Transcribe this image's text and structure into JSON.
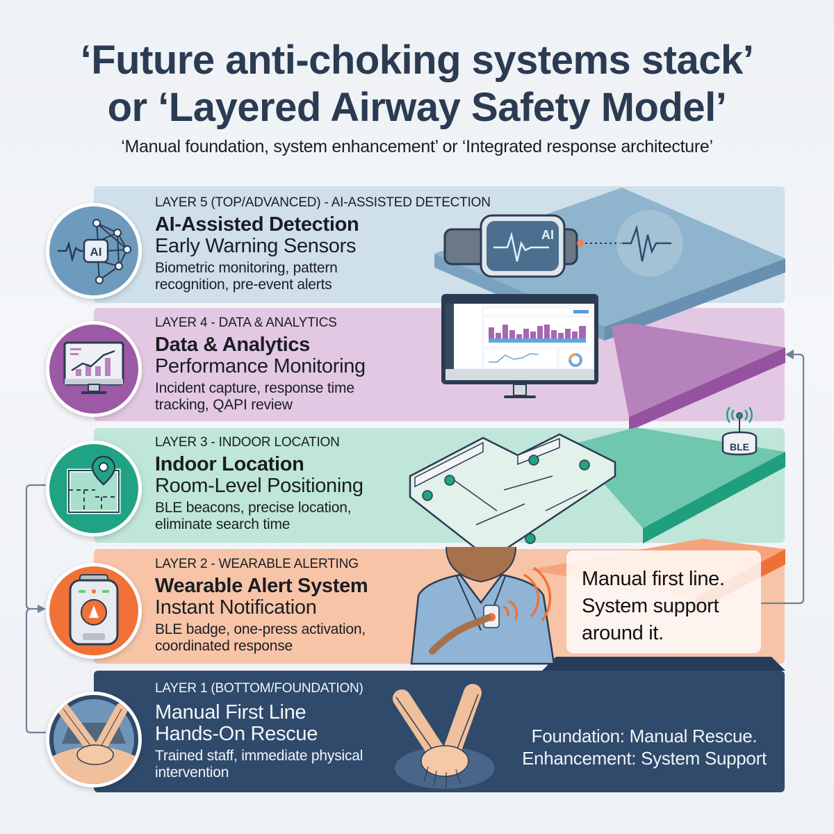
{
  "header": {
    "title_line1": "‘Future anti-choking systems stack’",
    "title_line2": "or ‘Layered Airway Safety Model’",
    "subtitle": "‘Manual foundation, system enhancement’ or ‘Integrated response architecture’"
  },
  "layers": [
    {
      "id": "layer-5",
      "label": "LAYER 5 (TOP/ADVANCED) - AI-ASSISTED DETECTION",
      "title": "AI-Assisted Detection",
      "subtitle": "Early Warning Sensors",
      "description_line1": "Biometric monitoring, pattern",
      "description_line2": "recognition, pre-event alerts",
      "icon": "ai-network-icon",
      "illustration": "smartwatch-ai-heartbeat",
      "illustration_text": "AI",
      "color": "#6c9bbd"
    },
    {
      "id": "layer-4",
      "label": "LAYER 4 - DATA & ANALYTICS",
      "title": "Data & Analytics",
      "subtitle": "Performance Monitoring",
      "description_line1": "Incident capture, response time",
      "description_line2": "tracking, QAPI review",
      "icon": "monitor-chart-icon",
      "illustration": "analytics-dashboard-monitor",
      "color": "#9b59a6"
    },
    {
      "id": "layer-3",
      "label": "LAYER 3 - INDOOR LOCATION",
      "title": "Indoor Location",
      "subtitle": "Room-Level Positioning",
      "description_line1": "BLE beacons, precise location,",
      "description_line2": "eliminate search time",
      "icon": "floorplan-pin-icon",
      "illustration": "isometric-floorplan-beacons",
      "beacon_label": "BLE",
      "color": "#1fa383"
    },
    {
      "id": "layer-2",
      "label": "LAYER 2 - WEARABLE ALERTING",
      "title": "Wearable Alert System",
      "subtitle": "Instant Notification",
      "description_line1": "BLE badge, one-press activation,",
      "description_line2": "coordinated response",
      "icon": "alert-badge-icon",
      "illustration": "staff-pressing-badge",
      "color": "#f07236"
    },
    {
      "id": "layer-1",
      "label": "LAYER 1 (BOTTOM/FOUNDATION)",
      "title": "Manual First Line",
      "subtitle": "Hands-On Rescue",
      "description_line1": "Trained staff, immediate physical",
      "description_line2": "intervention",
      "icon": "hands-compression-icon",
      "illustration": "hands-on-rescue",
      "color": "#2f4a6b"
    }
  ],
  "callout": {
    "line1": "Manual first line.",
    "line2": "System support",
    "line3": "around it."
  },
  "foundation_note": {
    "line1": "Foundation: Manual Rescue.",
    "line2": "Enhancement: System Support"
  },
  "connectors": {
    "left": "feedback-arrow-layer3-layer1-to-layer2",
    "right": "arrow-callout-to-layer4",
    "color": "#6f8196"
  }
}
